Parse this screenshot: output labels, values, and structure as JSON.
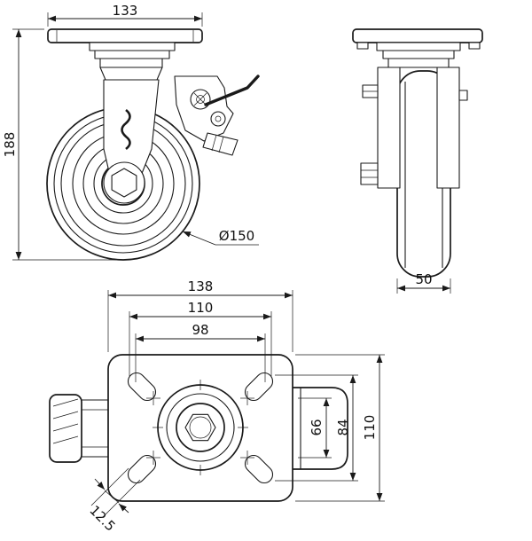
{
  "drawing": {
    "background": "#ffffff",
    "line_color": "#1a1a1a",
    "views": {
      "front": {
        "dims": {
          "plate_width": "133",
          "overall_height": "188",
          "wheel_diameter": "Ø150"
        }
      },
      "side": {
        "dims": {
          "wheel_width": "50"
        }
      },
      "plan": {
        "dims": {
          "plate_length": "138",
          "slot_outer_x": "110",
          "slot_inner_x": "98",
          "slot_inner_y": "66",
          "slot_outer_y": "84",
          "plate_depth": "110",
          "slot_width": "12.5"
        }
      }
    }
  }
}
